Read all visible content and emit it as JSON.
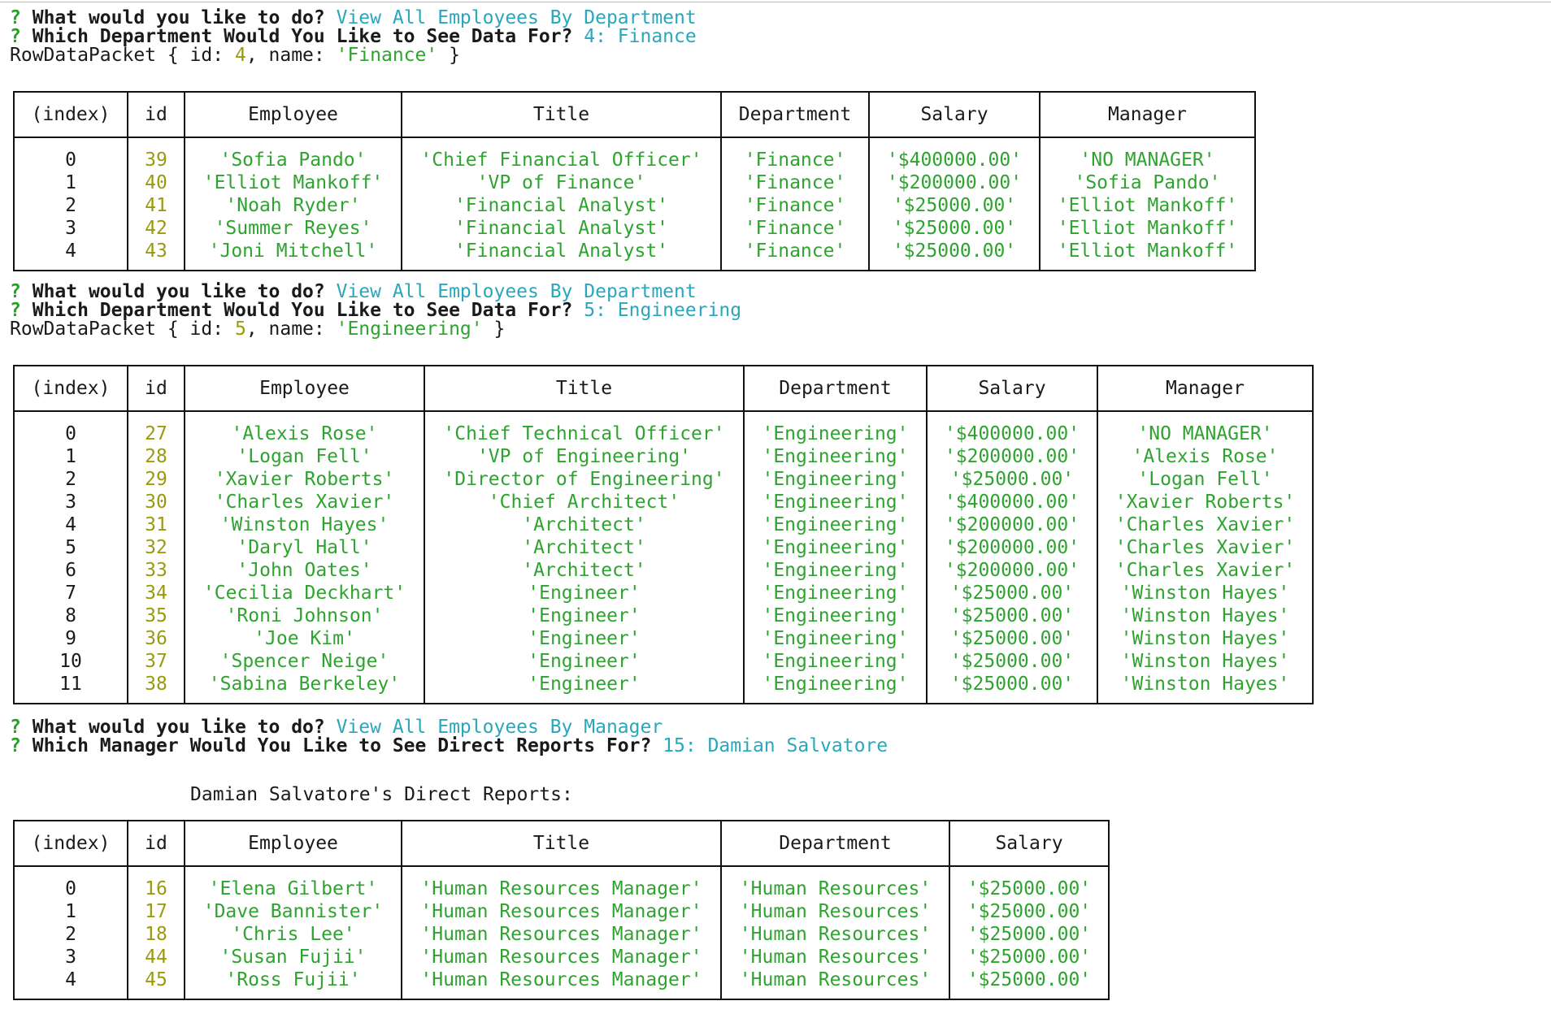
{
  "prompts": {
    "q_symbol": "?",
    "action_q": "What would you like to do?",
    "dept_q": "Which Department Would You Like to See Data For?",
    "mgr_q": "Which Manager Would You Like to See Direct Reports For?"
  },
  "blocks": [
    {
      "action_answer": "View All Employees By Department",
      "dept_answer": "4: Finance",
      "rowdata": {
        "prefix": "RowDataPacket { id: ",
        "id": "4",
        "mid": ", name: ",
        "name": "'Finance'",
        "suffix": " }"
      },
      "columns": [
        "(index)",
        "id",
        "Employee",
        "Title",
        "Department",
        "Salary",
        "Manager"
      ],
      "rows": [
        [
          "0",
          "39",
          "'Sofia Pando'",
          "'Chief Financial Officer'",
          "'Finance'",
          "'$400000.00'",
          "'NO MANAGER'"
        ],
        [
          "1",
          "40",
          "'Elliot Mankoff'",
          "'VP of Finance'",
          "'Finance'",
          "'$200000.00'",
          "'Sofia Pando'"
        ],
        [
          "2",
          "41",
          "'Noah Ryder'",
          "'Financial Analyst'",
          "'Finance'",
          "'$25000.00'",
          "'Elliot Mankoff'"
        ],
        [
          "3",
          "42",
          "'Summer Reyes'",
          "'Financial Analyst'",
          "'Finance'",
          "'$25000.00'",
          "'Elliot Mankoff'"
        ],
        [
          "4",
          "43",
          "'Joni Mitchell'",
          "'Financial Analyst'",
          "'Finance'",
          "'$25000.00'",
          "'Elliot Mankoff'"
        ]
      ]
    },
    {
      "action_answer": "View All Employees By Department",
      "dept_answer": "5: Engineering",
      "rowdata": {
        "prefix": "RowDataPacket { id: ",
        "id": "5",
        "mid": ", name: ",
        "name": "'Engineering'",
        "suffix": " }"
      },
      "columns": [
        "(index)",
        "id",
        "Employee",
        "Title",
        "Department",
        "Salary",
        "Manager"
      ],
      "rows": [
        [
          "0",
          "27",
          "'Alexis Rose'",
          "'Chief Technical Officer'",
          "'Engineering'",
          "'$400000.00'",
          "'NO MANAGER'"
        ],
        [
          "1",
          "28",
          "'Logan Fell'",
          "'VP of Engineering'",
          "'Engineering'",
          "'$200000.00'",
          "'Alexis Rose'"
        ],
        [
          "2",
          "29",
          "'Xavier Roberts'",
          "'Director of Engineering'",
          "'Engineering'",
          "'$25000.00'",
          "'Logan Fell'"
        ],
        [
          "3",
          "30",
          "'Charles Xavier'",
          "'Chief Architect'",
          "'Engineering'",
          "'$400000.00'",
          "'Xavier Roberts'"
        ],
        [
          "4",
          "31",
          "'Winston Hayes'",
          "'Architect'",
          "'Engineering'",
          "'$200000.00'",
          "'Charles Xavier'"
        ],
        [
          "5",
          "32",
          "'Daryl Hall'",
          "'Architect'",
          "'Engineering'",
          "'$200000.00'",
          "'Charles Xavier'"
        ],
        [
          "6",
          "33",
          "'John Oates'",
          "'Architect'",
          "'Engineering'",
          "'$200000.00'",
          "'Charles Xavier'"
        ],
        [
          "7",
          "34",
          "'Cecilia Deckhart'",
          "'Engineer'",
          "'Engineering'",
          "'$25000.00'",
          "'Winston Hayes'"
        ],
        [
          "8",
          "35",
          "'Roni Johnson'",
          "'Engineer'",
          "'Engineering'",
          "'$25000.00'",
          "'Winston Hayes'"
        ],
        [
          "9",
          "36",
          "'Joe Kim'",
          "'Engineer'",
          "'Engineering'",
          "'$25000.00'",
          "'Winston Hayes'"
        ],
        [
          "10",
          "37",
          "'Spencer Neige'",
          "'Engineer'",
          "'Engineering'",
          "'$25000.00'",
          "'Winston Hayes'"
        ],
        [
          "11",
          "38",
          "'Sabina Berkeley'",
          "'Engineer'",
          "'Engineering'",
          "'$25000.00'",
          "'Winston Hayes'"
        ]
      ]
    },
    {
      "action_answer": "View All Employees By Manager",
      "mgr_answer": "15: Damian Salvatore",
      "caption": "Damian Salvatore's Direct Reports:",
      "columns": [
        "(index)",
        "id",
        "Employee",
        "Title",
        "Department",
        "Salary"
      ],
      "rows": [
        [
          "0",
          "16",
          "'Elena Gilbert'",
          "'Human Resources Manager'",
          "'Human Resources'",
          "'$25000.00'"
        ],
        [
          "1",
          "17",
          "'Dave Bannister'",
          "'Human Resources Manager'",
          "'Human Resources'",
          "'$25000.00'"
        ],
        [
          "2",
          "18",
          "'Chris Lee'",
          "'Human Resources Manager'",
          "'Human Resources'",
          "'$25000.00'"
        ],
        [
          "3",
          "44",
          "'Susan Fujii'",
          "'Human Resources Manager'",
          "'Human Resources'",
          "'$25000.00'"
        ],
        [
          "4",
          "45",
          "'Ross Fujii'",
          "'Human Resources Manager'",
          "'Human Resources'",
          "'$25000.00'"
        ]
      ]
    }
  ],
  "colors": {
    "prompt": "#1fa51f",
    "answer": "#2aa6bd",
    "string": "#2fa32f",
    "number": "#9a9a0f"
  }
}
